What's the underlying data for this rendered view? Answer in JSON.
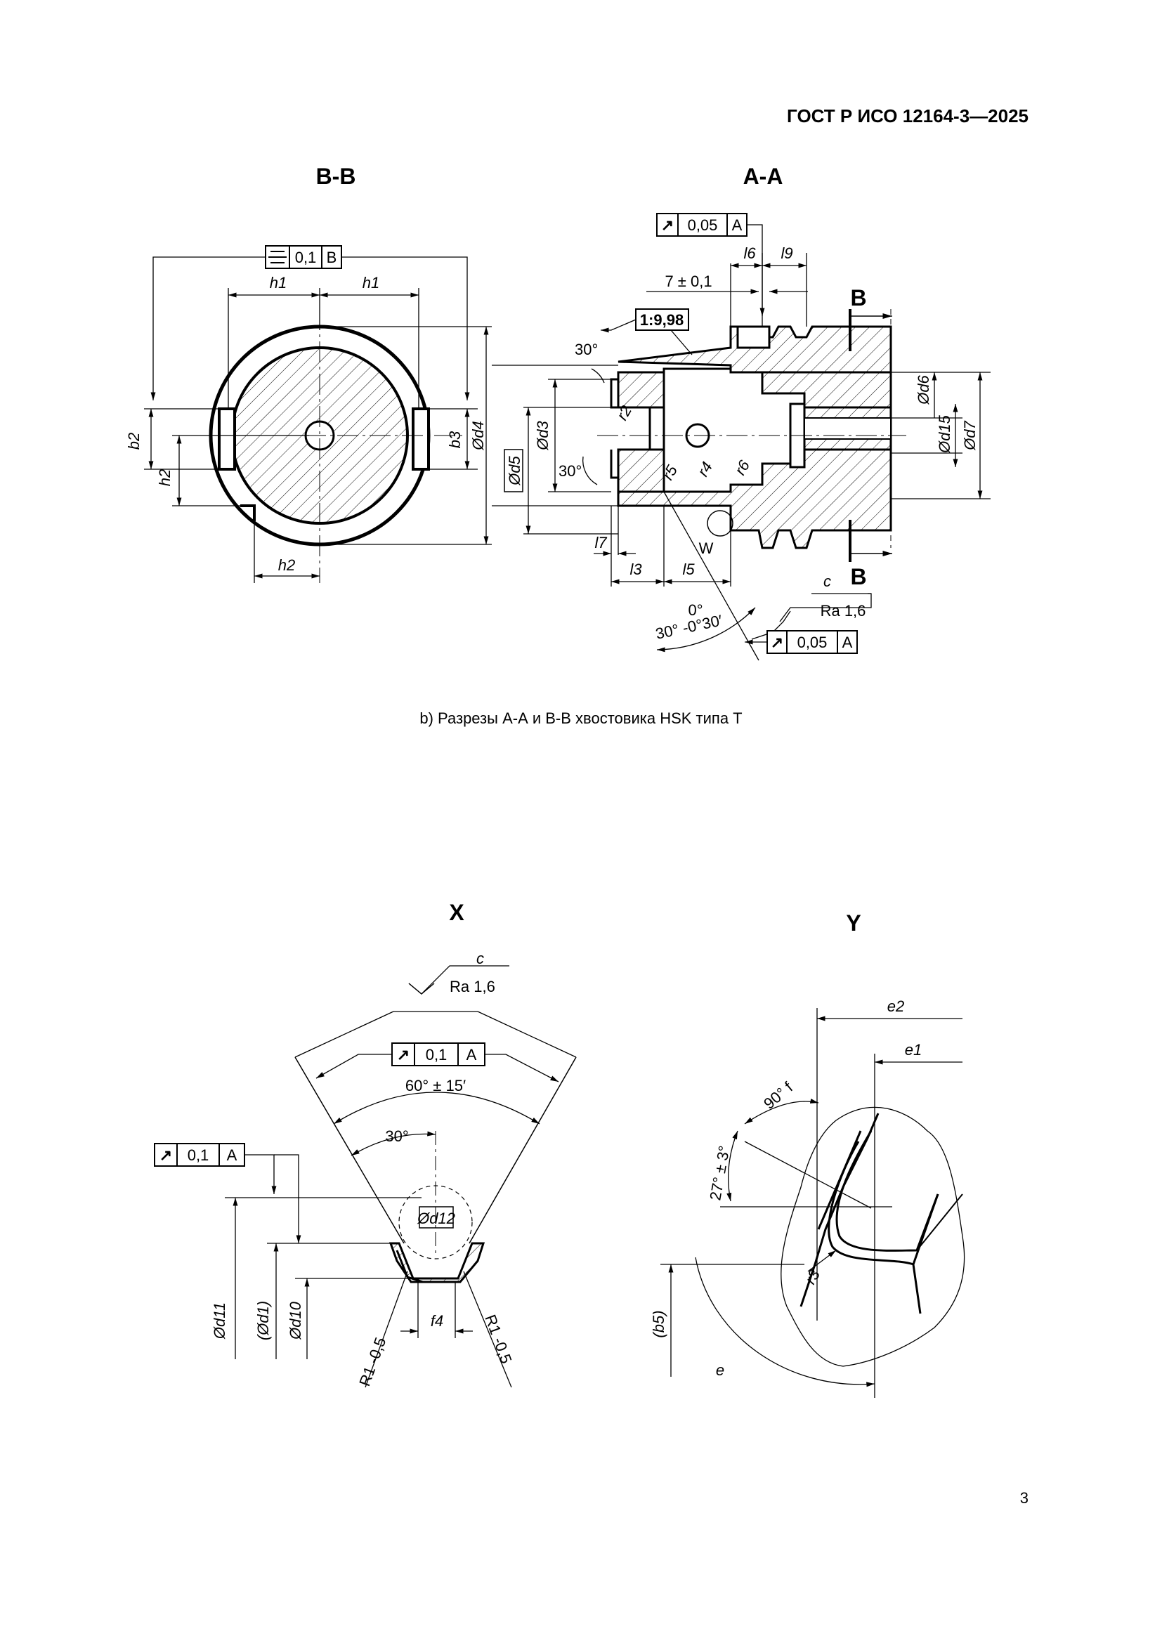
{
  "header": {
    "standard": "ГОСТ Р ИСО 12164-3—2025"
  },
  "figure_b": {
    "caption": "b)  Разрезы А-А и В-В хвостовика HSK типа T",
    "view_bb": {
      "title": "B-B",
      "tolerance": {
        "symbol": "⌯",
        "value": "0,1",
        "datum": "B"
      },
      "labels": {
        "h1a": "h1",
        "h1b": "h1",
        "h2a": "h2",
        "h2b": "h2",
        "b2": "b2",
        "b3": "b3",
        "d4": "Ød4"
      }
    },
    "view_aa": {
      "title": "A-A",
      "tolerance_top": {
        "symbol": "↗",
        "value": "0,05",
        "datum": "A"
      },
      "tolerance_bottom": {
        "symbol": "↗",
        "value": "0,05",
        "datum": "A"
      },
      "taper": "1:9,98",
      "dim_7": "7 ± 0,1",
      "angle_30_top": "30°",
      "angle_30_bottom": "30°",
      "angle_range": "30° -0°30′",
      "angle_zero": "0°",
      "section_marker": "B",
      "detail_w": "W",
      "surface_c": "c",
      "roughness": "Ra 1,6",
      "labels": {
        "l6": "l6",
        "l9": "l9",
        "l7": "l7",
        "l3": "l3",
        "l5": "l5",
        "d6": "Ød6",
        "d15": "Ød15",
        "d7": "Ød7",
        "d3": "Ød3",
        "d5": "Ød5",
        "r2": "r2",
        "r5": "r5",
        "r4": "r4",
        "r6": "r6"
      }
    }
  },
  "view_x": {
    "title": "X",
    "surface_c": "c",
    "roughness": "Ra 1,6",
    "tolerance_top": {
      "symbol": "↗",
      "value": "0,1",
      "datum": "A"
    },
    "tolerance_left": {
      "symbol": "↗",
      "value": "0,1",
      "datum": "A"
    },
    "angle_60": "60° ± 15′",
    "angle_30": "30°",
    "labels": {
      "d12": "Ød12",
      "d11": "Ød11",
      "d1": "(Ød1)",
      "d10": "Ød10",
      "f4": "f4",
      "r_left": "R1 -0,5",
      "r_right": "R1 -0,5"
    }
  },
  "view_y": {
    "title": "Y",
    "labels": {
      "e2": "e2",
      "e1": "e1",
      "angle90": "90° f",
      "angle27": "27° ± 3°",
      "r3": "r3",
      "b5": "(b5)",
      "e": "e"
    }
  },
  "page_number": "3"
}
